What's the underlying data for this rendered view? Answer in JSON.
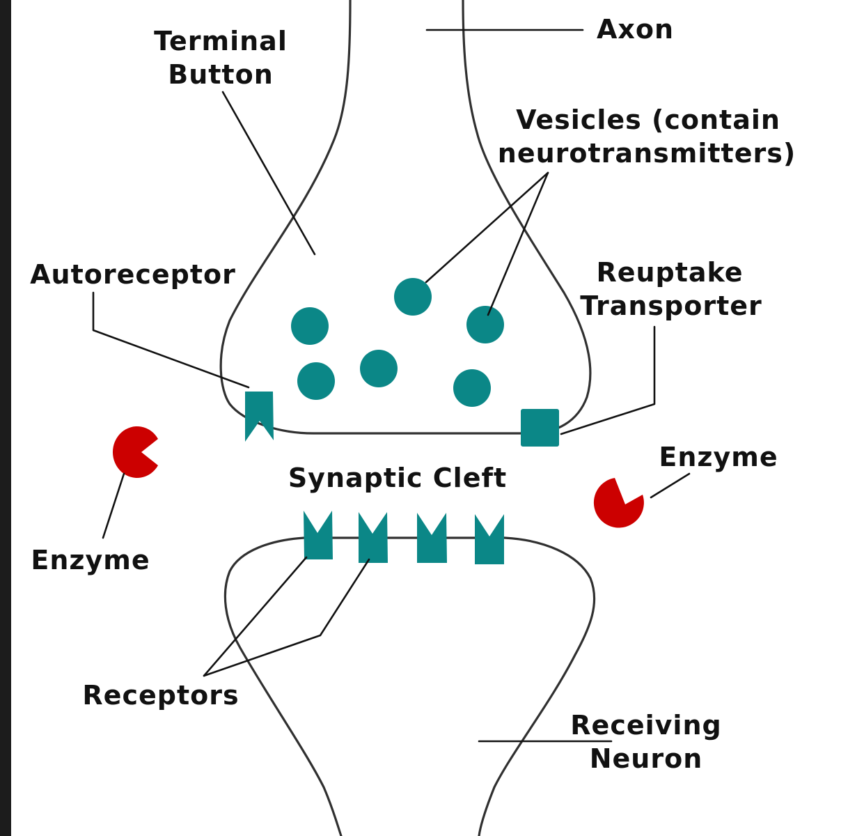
{
  "colors": {
    "teal": "#0b8787",
    "red": "#cc0000",
    "outline": "#303030",
    "text": "#111111"
  },
  "labels": {
    "axon": "Axon",
    "terminal_button_1": "Terminal",
    "terminal_button_2": "Button",
    "vesicles_1": "Vesicles (contain",
    "vesicles_2": "neurotransmitters)",
    "autoreceptor": "Autoreceptor",
    "reuptake_1": "Reuptake",
    "reuptake_2": "Transporter",
    "enzyme_left": "Enzyme",
    "enzyme_right": "Enzyme",
    "synaptic_cleft": "Synaptic Cleft",
    "receptors": "Receptors",
    "receiving_1": "Receiving",
    "receiving_2": "Neuron"
  }
}
